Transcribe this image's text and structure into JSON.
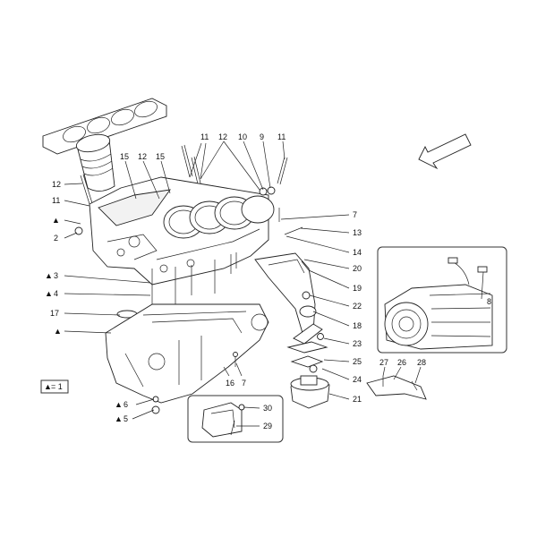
{
  "legend": {
    "symbol": "▲",
    "text": "= 1"
  },
  "callouts": {
    "c2": "2",
    "c3": "3",
    "c4": "4",
    "c5": "5",
    "c6": "6",
    "c7a": "7",
    "c7b": "7",
    "c8": "8",
    "c9": "9",
    "c10": "10",
    "c11a": "11",
    "c11b": "11",
    "c11c": "11",
    "c12a": "12",
    "c12b": "12",
    "c12c": "12",
    "c13": "13",
    "c14": "14",
    "c15a": "15",
    "c15b": "15",
    "c16": "16",
    "c17": "17",
    "c18": "18",
    "c19": "19",
    "c20": "20",
    "c21": "21",
    "c22": "22",
    "c23": "23",
    "c24": "24",
    "c25": "25",
    "c26": "26",
    "c27": "27",
    "c28": "28",
    "c29": "29",
    "c30": "30"
  },
  "triangle_marker": "▲",
  "colors": {
    "line": "#222222",
    "part_fill": "#ffffff",
    "shade": "#f2f2f2"
  },
  "icons": {
    "direction_arrow": "arrow-icon"
  }
}
